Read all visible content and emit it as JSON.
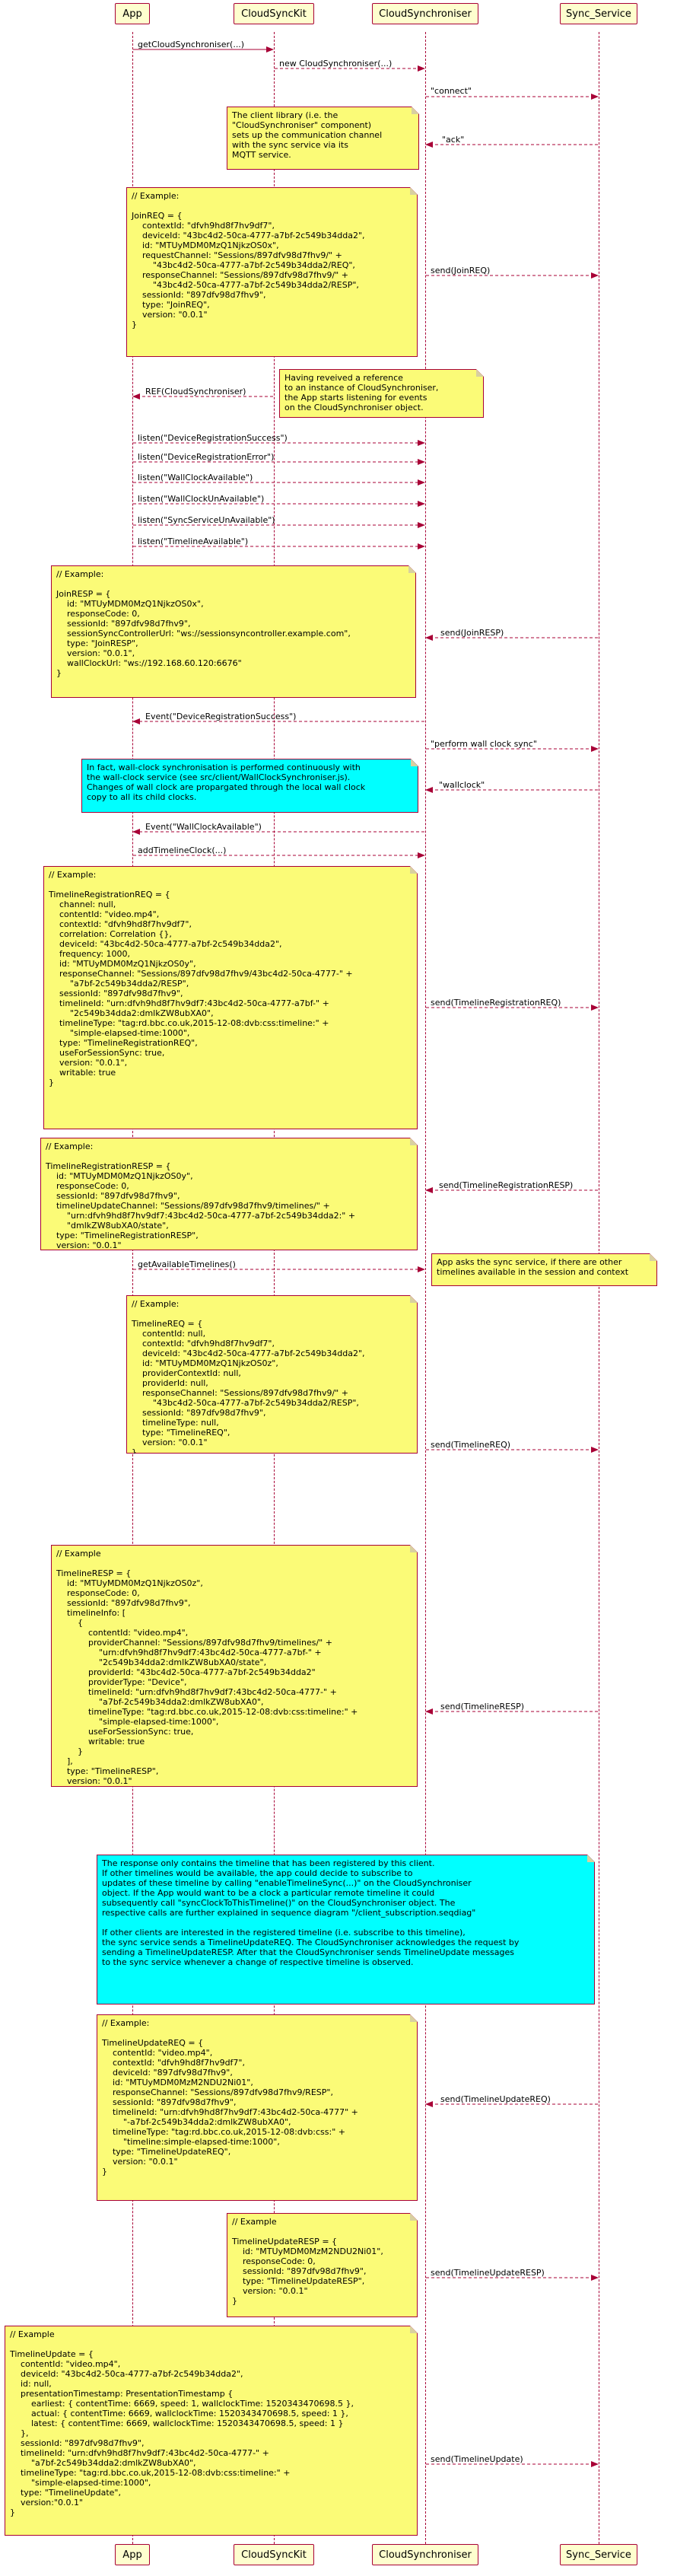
{
  "participants": [
    "App",
    "CloudSyncKit",
    "CloudSynchroniser",
    "Sync_Service"
  ],
  "messages": [
    {
      "label": "getCloudSynchroniser(...)"
    },
    {
      "label": "new CloudSynchroniser(...)"
    },
    {
      "label": "\"connect\""
    },
    {
      "label": "\"ack\""
    },
    {
      "label": "send(JoinREQ)"
    },
    {
      "label": "REF(CloudSynchroniser)"
    },
    {
      "label": "listen(\"DeviceRegistrationSuccess\")"
    },
    {
      "label": "listen(\"DeviceRegistrationError\")"
    },
    {
      "label": "listen(\"WallClockAvailable\")"
    },
    {
      "label": "listen(\"WallClockUnAvailable\")"
    },
    {
      "label": "listen(\"SyncServiceUnAvailable\")"
    },
    {
      "label": "listen(\"TimelineAvailable\")"
    },
    {
      "label": "send(JoinRESP)"
    },
    {
      "label": "Event(\"DeviceRegistrationSuccess\")"
    },
    {
      "label": "\"perform wall clock sync\""
    },
    {
      "label": "\"wallclock\""
    },
    {
      "label": "Event(\"WallClockAvailable\")"
    },
    {
      "label": "addTimelineClock(...)"
    },
    {
      "label": "send(TimelineRegistrationREQ)"
    },
    {
      "label": "send(TimelineRegistrationRESP)"
    },
    {
      "label": "getAvailableTimelines()"
    },
    {
      "label": "send(TimelineREQ)"
    },
    {
      "label": "send(TimelineRESP)"
    },
    {
      "label": "send(TimelineUpdateREQ)"
    },
    {
      "label": "send(TimelineUpdateRESP)"
    },
    {
      "label": "send(TimelineUpdate)"
    }
  ],
  "notes": [
    {
      "text": "The client library (i.e. the\n\"CloudSynchroniser\" component)\nsets up the communication channel\nwith the sync service via its\nMQTT service."
    },
    {
      "text": "// Example:\n\nJoinREQ = {\n    contextId: \"dfvh9hd8f7hv9df7\",\n    deviceId: \"43bc4d2-50ca-4777-a7bf-2c549b34dda2\",\n    id: \"MTUyMDM0MzQ1NjkzOS0x\",\n    requestChannel: \"Sessions/897dfv98d7fhv9/\" +\n        \"43bc4d2-50ca-4777-a7bf-2c549b34dda2/REQ\",\n    responseChannel: \"Sessions/897dfv98d7fhv9/\" +\n        \"43bc4d2-50ca-4777-a7bf-2c549b34dda2/RESP\",\n    sessionId: \"897dfv98d7fhv9\",\n    type: \"JoinREQ\",\n    version: \"0.0.1\"\n}"
    },
    {
      "text": "Having reveived a reference\nto an instance of CloudSynchroniser,\nthe App starts listening for events\non the CloudSynchroniser object."
    },
    {
      "text": "// Example:\n\nJoinRESP = {\n    id: \"MTUyMDM0MzQ1NjkzOS0x\",\n    responseCode: 0,\n    sessionId: \"897dfv98d7fhv9\",\n    sessionSyncControllerUrl: \"ws://sessionsyncontroller.example.com\",\n    type: \"JoinRESP\",\n    version: \"0.0.1\",\n    wallClockUrl: \"ws://192.168.60.120:6676\"\n}"
    },
    {
      "text": "In fact, wall-clock synchronisation is performed continuously with\nthe wall-clock service (see src/client/WallClockSynchroniser.js).\nChanges of wall clock are propargated through the local wall clock\ncopy to all its child clocks."
    },
    {
      "text": "// Example:\n\nTimelineRegistrationREQ = {\n    channel: null,\n    contentId: \"video.mp4\",\n    contextId: \"dfvh9hd8f7hv9df7\",\n    correlation: Correlation {},\n    deviceId: \"43bc4d2-50ca-4777-a7bf-2c549b34dda2\",\n    frequency: 1000,\n    id: \"MTUyMDM0MzQ1NjkzOS0y\",\n    responseChannel: \"Sessions/897dfv98d7fhv9/43bc4d2-50ca-4777-\" +\n        \"a7bf-2c549b34dda2/RESP\",\n    sessionId: \"897dfv98d7fhv9\",\n    timelineId: \"urn:dfvh9hd8f7hv9df7:43bc4d2-50ca-4777-a7bf-\" +\n        \"2c549b34dda2:dmlkZW8ubXA0\",\n    timelineType: \"tag:rd.bbc.co.uk,2015-12-08:dvb:css:timeline:\" +\n        \"simple-elapsed-time:1000\",\n    type: \"TimelineRegistrationREQ\",\n    useForSessionSync: true,\n    version: \"0.0.1\",\n    writable: true\n}"
    },
    {
      "text": "// Example:\n\nTimelineRegistrationRESP = {\n    id: \"MTUyMDM0MzQ1NjkzOS0y\",\n    responseCode: 0,\n    sessionId: \"897dfv98d7fhv9\",\n    timelineUpdateChannel: \"Sessions/897dfv98d7fhv9/timelines/\" +\n        \"urn:dfvh9hd8f7hv9df7:43bc4d2-50ca-4777-a7bf-2c549b34dda2:\" +\n        \"dmlkZW8ubXA0/state\",\n    type: \"TimelineRegistrationRESP\",\n    version: \"0.0.1\"\n}"
    },
    {
      "text": "App asks the sync service, if there are other\ntimelines available in the session and context"
    },
    {
      "text": "// Example:\n\nTimelineREQ = {\n    contentId: null,\n    contextId: \"dfvh9hd8f7hv9df7\",\n    deviceId: \"43bc4d2-50ca-4777-a7bf-2c549b34dda2\",\n    id: \"MTUyMDM0MzQ1NjkzOS0z\",\n    providerContextId: null,\n    providerId: null,\n    responseChannel: \"Sessions/897dfv98d7fhv9/\" +\n        \"43bc4d2-50ca-4777-a7bf-2c549b34dda2/RESP\",\n    sessionId: \"897dfv98d7fhv9\",\n    timelineType: null,\n    type: \"TimelineREQ\",\n    version: \"0.0.1\"\n}"
    },
    {
      "text": "// Example\n\nTimelineRESP = {\n    id: \"MTUyMDM0MzQ1NjkzOS0z\",\n    responseCode: 0,\n    sessionId: \"897dfv98d7fhv9\",\n    timelineInfo: [\n        {\n            contentId: \"video.mp4\",\n            providerChannel: \"Sessions/897dfv98d7fhv9/timelines/\" +\n                \"urn:dfvh9hd8f7hv9df7:43bc4d2-50ca-4777-a7bf-\" +\n                \"2c549b34dda2:dmlkZW8ubXA0/state\",\n            providerId: \"43bc4d2-50ca-4777-a7bf-2c549b34dda2\"\n            providerType: \"Device\",\n            timelineId: \"urn:dfvh9hd8f7hv9df7:43bc4d2-50ca-4777-\" +\n                \"a7bf-2c549b34dda2:dmlkZW8ubXA0\",\n            timelineType: \"tag:rd.bbc.co.uk,2015-12-08:dvb:css:timeline:\" +\n                \"simple-elapsed-time:1000\",\n            useForSessionSync: true,\n            writable: true\n        }\n    ],\n    type: \"TimelineRESP\",\n    version: \"0.0.1\"\n}"
    },
    {
      "text": "The response only contains the timeline that has been registered by this client.\nIf other timelines would be available, the app could decide to subscribe to\nupdates of these timeline by calling \"enableTimelineSync(...)\" on the CloudSynchroniser\nobject. If the App would want to be a clock a particular remote timeline it could\nsubsequently call \"syncClockToThisTimeline()\" on the CloudSynchroniser object. The\nrespective calls are further explained in sequence diagram \"/client_subscription.seqdiag\"\n\nIf other clients are interested in the registered timeline (i.e. subscribe to this timeline),\nthe sync service sends a TimelineUpdateREQ. The CloudSynchroniser acknowledges the request by\nsending a TimelineUpdateRESP. After that the CloudSynchroniser sends TimelineUpdate messages\nto the sync service whenever a change of respective timeline is observed."
    },
    {
      "text": "// Example:\n\nTimelineUpdateREQ = {\n    contentId: \"video.mp4\",\n    contextId: \"dfvh9hd8f7hv9df7\",\n    deviceId: \"897dfv98d7fhv9\",\n    id: \"MTUyMDM0MzM2NDU2Ni01\",\n    responseChannel: \"Sessions/897dfv98d7fhv9/RESP\",\n    sessionId: \"897dfv98d7fhv9\",\n    timelineId: \"urn:dfvh9hd8f7hv9df7:43bc4d2-50ca-4777\" +\n        \"-a7bf-2c549b34dda2:dmlkZW8ubXA0\",\n    timelineType: \"tag:rd.bbc.co.uk,2015-12-08:dvb:css:\" +\n        \"timeline:simple-elapsed-time:1000\",\n    type: \"TimelineUpdateREQ\",\n    version: \"0.0.1\"\n}"
    },
    {
      "text": "// Example\n\nTimelineUpdateRESP = {\n    id: \"MTUyMDM0MzM2NDU2Ni01\",\n    responseCode: 0,\n    sessionId: \"897dfv98d7fhv9\",\n    type: \"TimelineUpdateRESP\",\n    version: \"0.0.1\"\n}"
    },
    {
      "text": "// Example\n\nTimelineUpdate = {\n    contentId: \"video.mp4\",\n    deviceId: \"43bc4d2-50ca-4777-a7bf-2c549b34dda2\",\n    id: null,\n    presentationTimestamp: PresentationTimestamp {\n        earliest: { contentTime: 6669, speed: 1, wallclockTime: 1520343470698.5 },\n        actual: { contentTime: 6669, wallclockTime: 1520343470698.5, speed: 1 },\n        latest: { contentTime: 6669, wallclockTime: 1520343470698.5, speed: 1 }\n    },\n    sessionId: \"897dfv98d7fhv9\",\n    timelineId: \"urn:dfvh9hd8f7hv9df7:43bc4d2-50ca-4777-\" +\n        \"a7bf-2c549b34dda2:dmlkZW8ubXA0\",\n    timelineType: \"tag:rd.bbc.co.uk,2015-12-08:dvb:css:timeline:\" +\n        \"simple-elapsed-time:1000\",\n    type: \"TimelineUpdate\",\n    version:\"0.0.1\"\n}"
    }
  ]
}
